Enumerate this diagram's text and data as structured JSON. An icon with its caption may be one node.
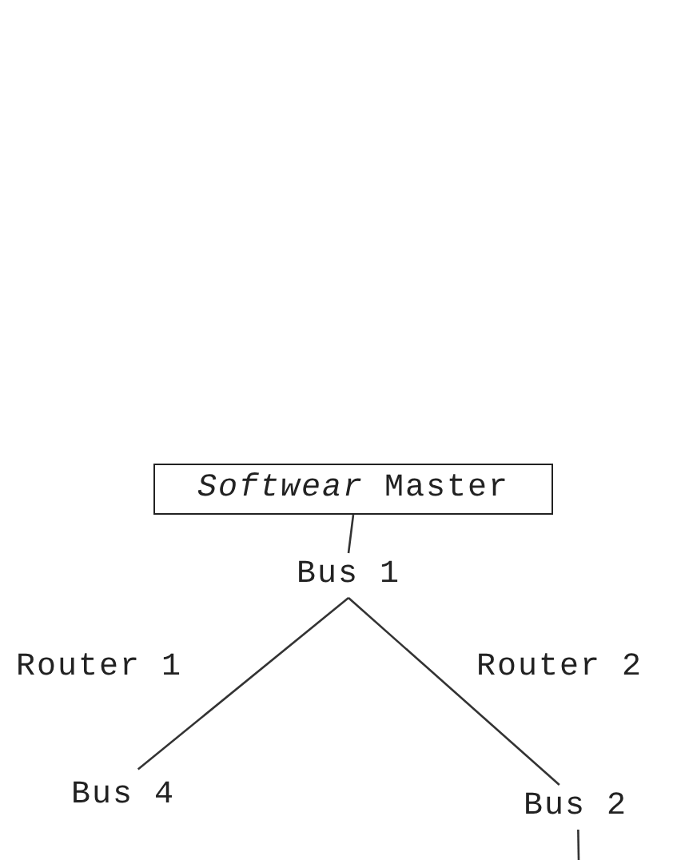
{
  "diagram": {
    "nodes": [
      {
        "text": [
          "*Softwear* Master"
        ]
      },
      {
        "text": [
          "Bus 1"
        ]
      },
      {
        "text": [
          "Bus 4"
        ]
      },
      {
        "text": [
          "Bus 2"
        ]
      }
    ],
    "edges": [
      {
        "from": 0,
        "to": 1,
        "arrow": "none"
      },
      {
        "from": 1,
        "to": 2,
        "arrow": "none",
        "label": "Router 1"
      },
      {
        "from": 1,
        "to": 3,
        "arrow": "none",
        "label": "Router 2"
      },
      {
        "from": 3,
        "to": null,
        "arrow": "none"
      }
    ]
  }
}
